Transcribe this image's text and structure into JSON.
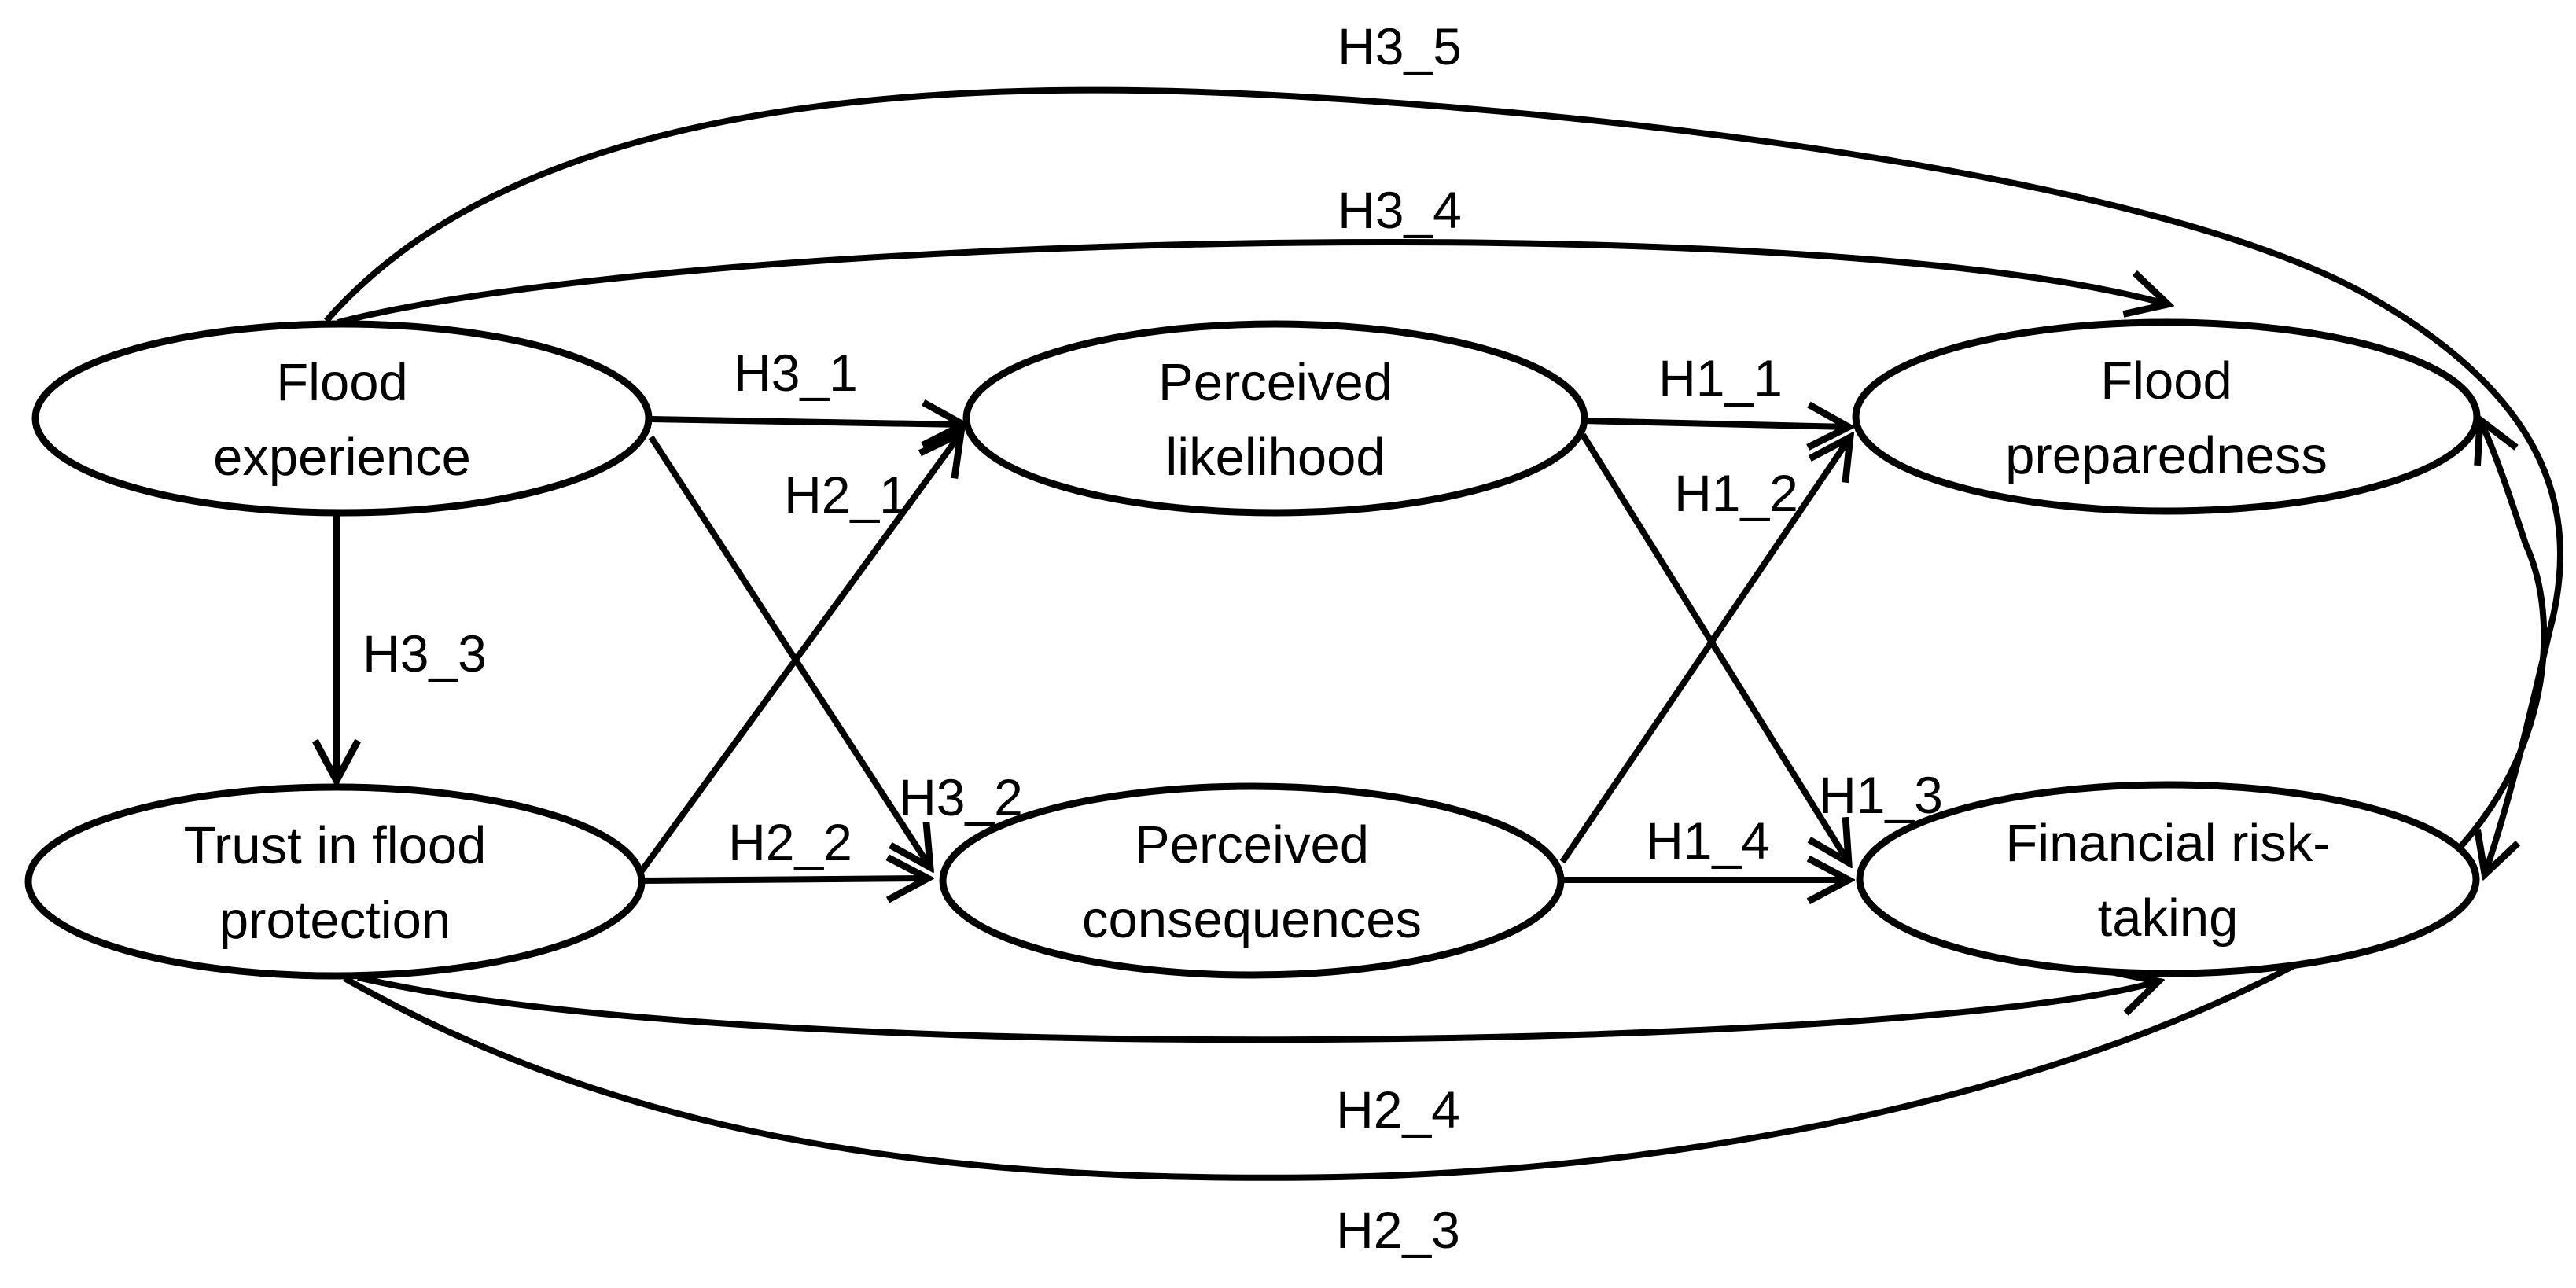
{
  "figure": {
    "type": "hypothesis-path-diagram",
    "background_color": "#ffffff",
    "ink_color": "#000000"
  },
  "diagram": {
    "nodes": [
      {
        "id": "flood-experience",
        "line1": "Flood",
        "line2": "experience"
      },
      {
        "id": "trust-in-flood-protection",
        "line1": "Trust in flood",
        "line2": "protection"
      },
      {
        "id": "perceived-likelihood",
        "line1": "Perceived",
        "line2": "likelihood"
      },
      {
        "id": "perceived-consequences",
        "line1": "Perceived",
        "line2": "consequences"
      },
      {
        "id": "flood-preparedness",
        "line1": "Flood",
        "line2": "preparedness"
      },
      {
        "id": "financial-risk-taking",
        "line1": "Financial risk-",
        "line2": "taking"
      }
    ],
    "edges": [
      {
        "label": "H3_1",
        "from": "Flood experience",
        "to": "Perceived likelihood"
      },
      {
        "label": "H3_2",
        "from": "Flood experience",
        "to": "Perceived consequences"
      },
      {
        "label": "H3_3",
        "from": "Flood experience",
        "to": "Trust in flood protection"
      },
      {
        "label": "H3_4",
        "from": "Flood experience",
        "to": "Flood preparedness"
      },
      {
        "label": "H3_5",
        "from": "Flood experience",
        "to": "Financial risk-taking"
      },
      {
        "label": "H2_1",
        "from": "Trust in flood protection",
        "to": "Perceived likelihood"
      },
      {
        "label": "H2_2",
        "from": "Trust in flood protection",
        "to": "Perceived consequences"
      },
      {
        "label": "H2_3",
        "from": "Trust in flood protection",
        "to": "Flood preparedness"
      },
      {
        "label": "H2_4",
        "from": "Trust in flood protection",
        "to": "Financial risk-taking"
      },
      {
        "label": "H1_1",
        "from": "Perceived likelihood",
        "to": "Flood preparedness"
      },
      {
        "label": "H1_2",
        "from": "Perceived consequences",
        "to": "Flood preparedness"
      },
      {
        "label": "H1_3",
        "from": "Perceived likelihood",
        "to": "Financial risk-taking"
      },
      {
        "label": "H1_4",
        "from": "Perceived consequences",
        "to": "Financial risk-taking"
      }
    ]
  }
}
